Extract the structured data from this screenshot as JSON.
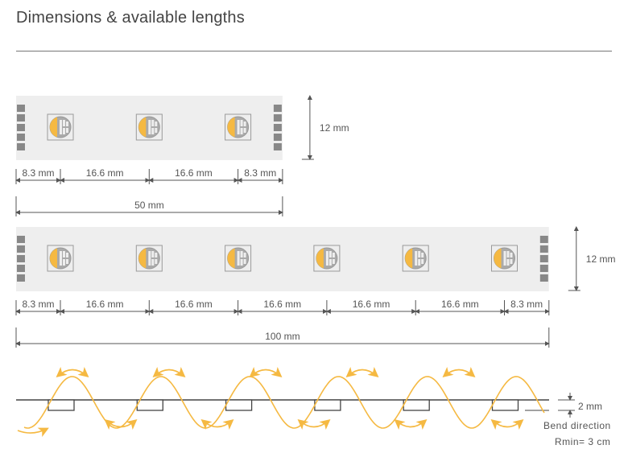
{
  "title": "Dimensions & available lengths",
  "strip_short": {
    "height_label": "12 mm",
    "segments": [
      "8.3 mm",
      "16.6 mm",
      "16.6 mm",
      "8.3 mm"
    ],
    "total_label": "50 mm",
    "led_count": 3
  },
  "strip_long": {
    "height_label": "12 mm",
    "segments": [
      "8.3 mm",
      "16.6 mm",
      "16.6 mm",
      "16.6 mm",
      "16.6 mm",
      "16.6 mm",
      "8.3 mm"
    ],
    "total_label": "100 mm",
    "led_count": 6
  },
  "bend": {
    "thickness_label": "2 mm",
    "direction_label": "Bend direction",
    "radius_label": "Rmin= 3 cm"
  },
  "colors": {
    "strip": "#eeeeee",
    "pad": "#888888",
    "led_warm": "#f5b942",
    "wave": "#f5b942",
    "line": "#555555"
  }
}
